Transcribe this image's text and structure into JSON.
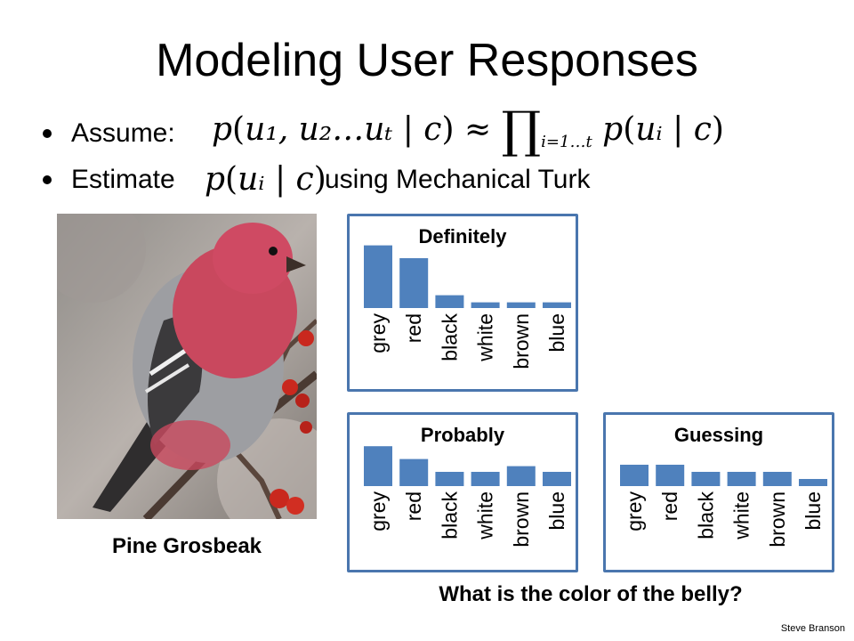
{
  "slide": {
    "title": "Modeling User Responses",
    "bullets": [
      {
        "label": "Assume:"
      },
      {
        "label": "Estimate",
        "suffix": "using Mechanical Turk"
      }
    ],
    "photo_caption": "Pine Grosbeak",
    "question": "What is the color of the belly?",
    "credit": "Steve Branson"
  },
  "math": {
    "assume": {
      "lhs_args": "u₁, u₂…uₜ",
      "given": "c",
      "approx": "≈",
      "product": "∏",
      "product_index": "i=1…t",
      "rhs_arg": "uᵢ",
      "rhs_given": "c"
    },
    "estimate": {
      "arg": "uᵢ",
      "given": "c"
    }
  },
  "colors": {
    "bar": "#4f81bd",
    "panel_border": "#4a76ae"
  },
  "chart_data": [
    {
      "type": "bar",
      "title": "Definitely",
      "categories": [
        "grey",
        "red",
        "black",
        "white",
        "brown",
        "blue"
      ],
      "values": [
        0.44,
        0.35,
        0.09,
        0.04,
        0.04,
        0.04
      ],
      "ylim": [
        0,
        0.5
      ]
    },
    {
      "type": "bar",
      "title": "Probably",
      "categories": [
        "grey",
        "red",
        "black",
        "white",
        "brown",
        "blue"
      ],
      "values": [
        0.28,
        0.19,
        0.1,
        0.1,
        0.14,
        0.1
      ],
      "ylim": [
        0,
        0.5
      ]
    },
    {
      "type": "bar",
      "title": "Guessing",
      "categories": [
        "grey",
        "red",
        "black",
        "white",
        "brown",
        "blue"
      ],
      "values": [
        0.15,
        0.15,
        0.1,
        0.1,
        0.1,
        0.05
      ],
      "ylim": [
        0,
        0.5
      ]
    }
  ]
}
